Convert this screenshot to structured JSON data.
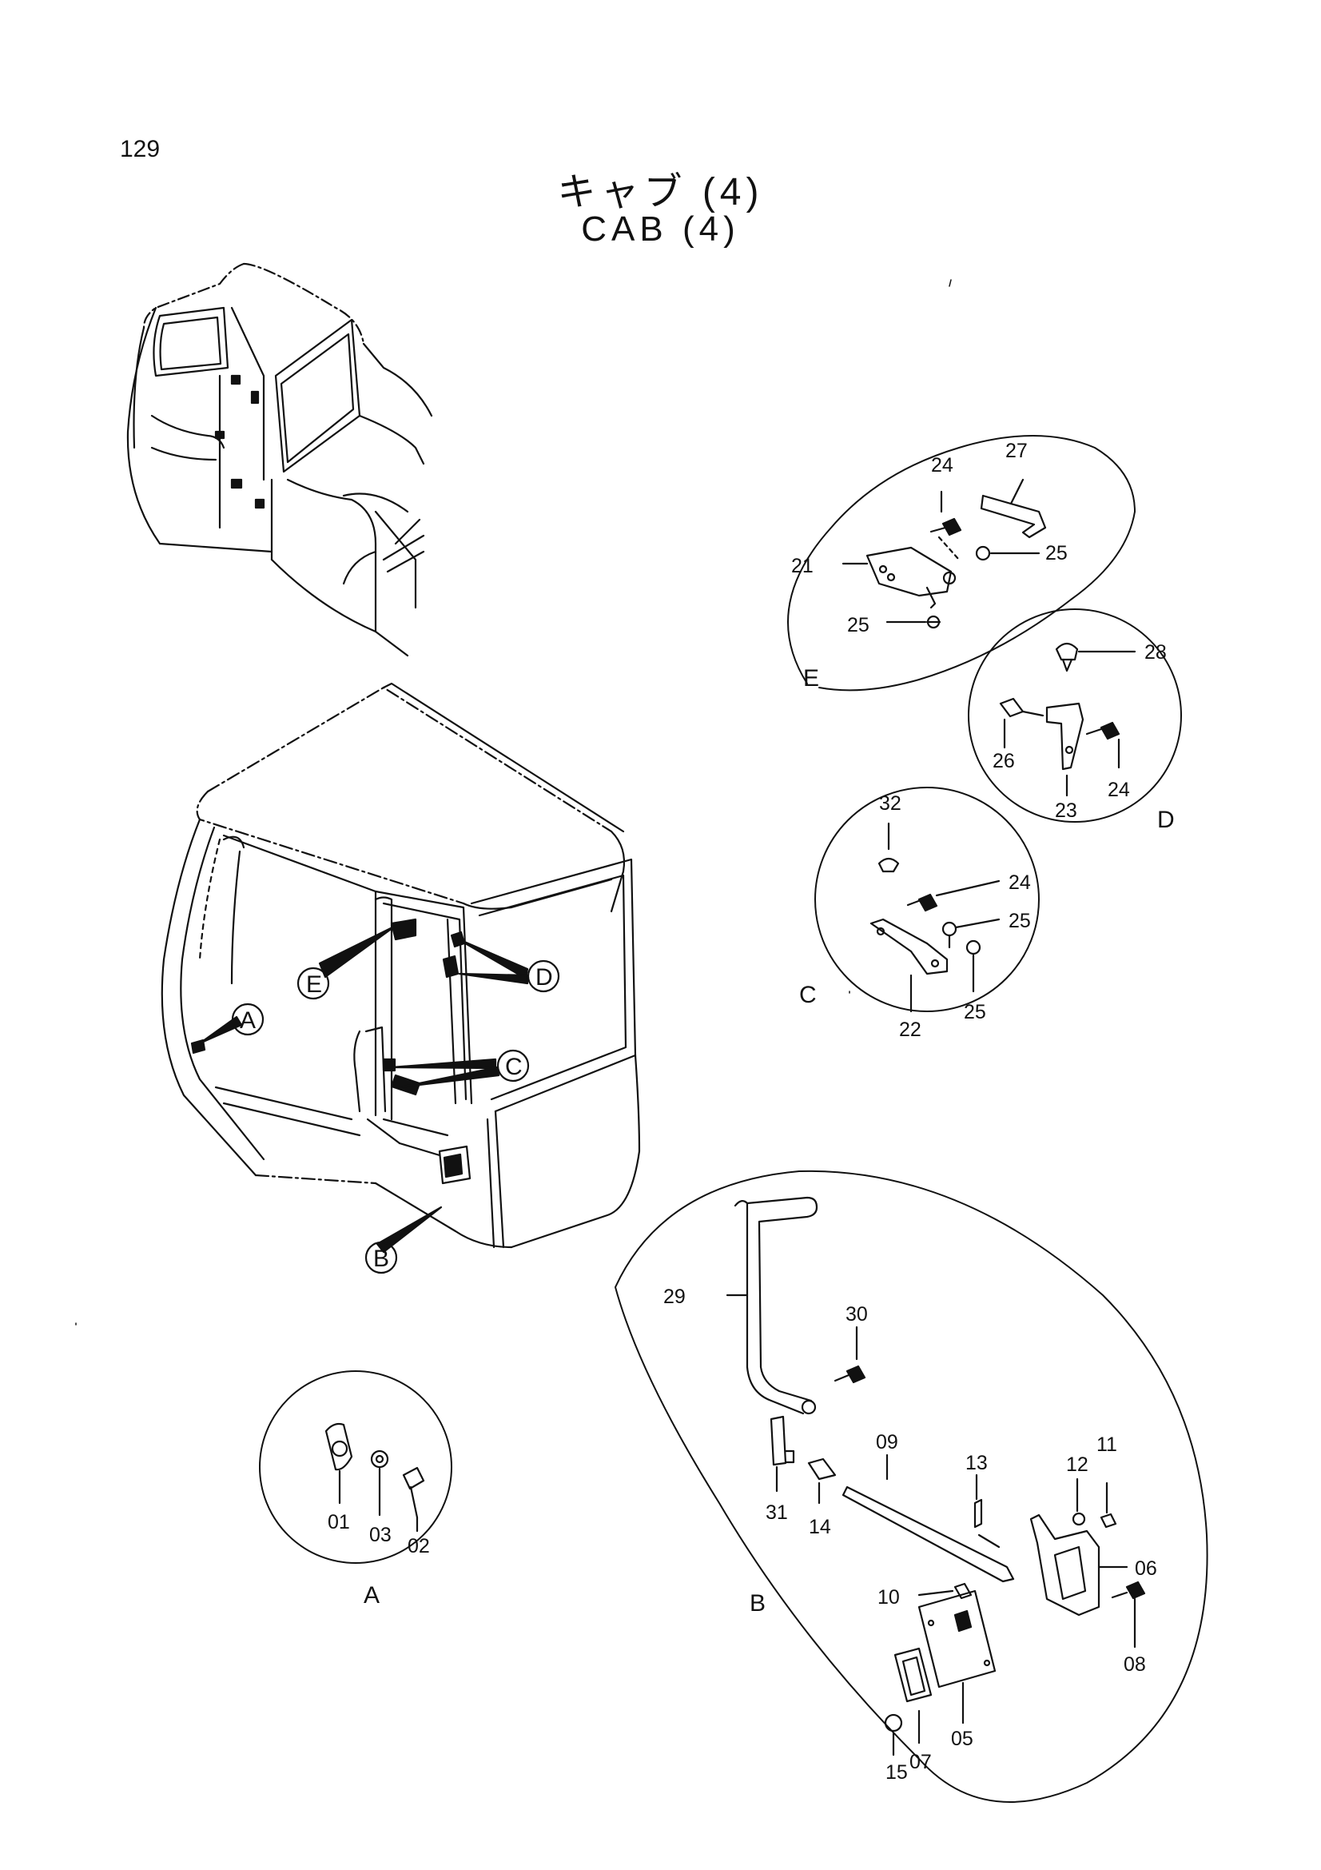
{
  "page_number": "129",
  "title_jp": "キャブ (4)",
  "title_en": "CAB (4)",
  "callouts": [
    "E",
    "D",
    "C",
    "A",
    "B"
  ],
  "groups": {
    "A": {
      "label": "A",
      "parts": [
        "01",
        "03",
        "02"
      ]
    },
    "B": {
      "label": "B",
      "parts": [
        "29",
        "30",
        "31",
        "14",
        "09",
        "13",
        "12",
        "11",
        "06",
        "10",
        "08",
        "05",
        "07",
        "15"
      ]
    },
    "C": {
      "label": "C",
      "parts": [
        "32",
        "24",
        "25",
        "22",
        "25"
      ]
    },
    "D": {
      "label": "D",
      "parts": [
        "28",
        "26",
        "23",
        "24"
      ]
    },
    "E": {
      "label": "E",
      "parts": [
        "24",
        "27",
        "21",
        "25",
        "25"
      ]
    }
  }
}
